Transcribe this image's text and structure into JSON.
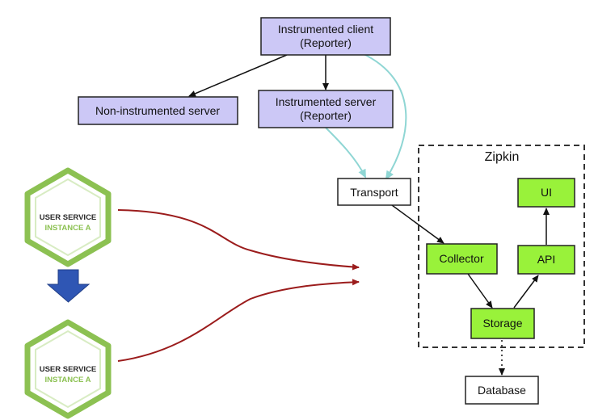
{
  "nodes": {
    "instrumented_client": {
      "line1": "Instrumented client",
      "line2": "(Reporter)"
    },
    "non_instrumented_server": {
      "label": "Non-instrumented server"
    },
    "instrumented_server": {
      "line1": "Instrumented server",
      "line2": "(Reporter)"
    },
    "transport": {
      "label": "Transport"
    },
    "database": {
      "label": "Database"
    }
  },
  "zipkin": {
    "title": "Zipkin",
    "ui": "UI",
    "api": "API",
    "collector": "Collector",
    "storage": "Storage"
  },
  "services": [
    {
      "line1": "USER SERVICE",
      "line2": "INSTANCE A"
    },
    {
      "line1": "USER SERVICE",
      "line2": "INSTANCE A"
    }
  ],
  "colors": {
    "reporter_fill": "#ccc8f6",
    "zipkin_component_fill": "#99f23a",
    "hexagon_green": "#8cc152",
    "teal_arrow": "#8fd6d4",
    "dark_red_curve": "#9b1c1c",
    "blue_arrow": "#2f56b4"
  }
}
